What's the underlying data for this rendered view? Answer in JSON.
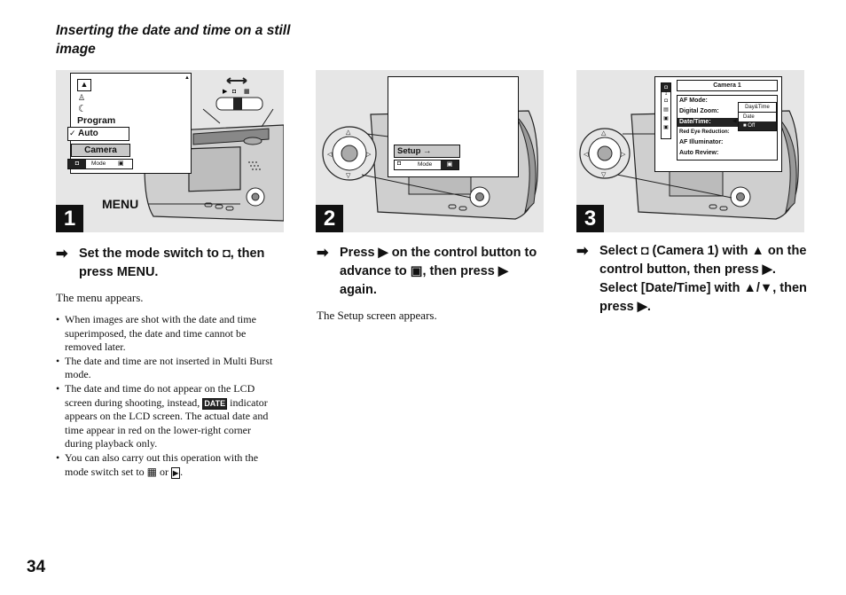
{
  "section_title": "Inserting the date and time on a still image",
  "page_number": "34",
  "steps": [
    {
      "number": "1",
      "menu_label": "MENU",
      "screen": {
        "items": [
          "Program",
          "Auto",
          "Camera"
        ],
        "bar_mode": "Mode"
      },
      "instruction_a": "Set the mode switch to ",
      "instruction_b": ", then press MENU.",
      "result": "The menu appears.",
      "notes": [
        "When images are shot with the date and time superimposed, the date and time cannot be removed later.",
        "The date and time are not inserted in Multi Burst mode.",
        "The date and time do not appear on the LCD screen during shooting, instead, ",
        "indicator appears on the LCD screen. The actual date and time appear in red on the lower-right corner during playback only.",
        "You can also carry out this operation with the mode switch set to ",
        " or ",
        "."
      ],
      "date_glyph": "DATE"
    },
    {
      "number": "2",
      "screen": {
        "setup": "Setup →",
        "bar_mode": "Mode"
      },
      "instruction_a": "Press ",
      "instruction_b": " on the control button to advance to ",
      "instruction_c": ", then press ",
      "instruction_d": " again.",
      "result": "The Setup screen appears."
    },
    {
      "number": "3",
      "screen": {
        "title": "Camera 1",
        "rows": [
          "AF Mode:",
          "Digital Zoom:",
          "Date/Time:",
          "Red Eye Reduction:",
          "AF Illuminator:",
          "Auto Review:"
        ],
        "options": [
          "Day&Time",
          "Date",
          "Off"
        ],
        "side_number": "1"
      },
      "instruction_a": "Select ",
      "instruction_b": " (Camera 1) with ",
      "instruction_c": " on the control button, then press ",
      "instruction_d": ".",
      "instruction_e": "Select [Date/Time] with ",
      "instruction_f": "/",
      "instruction_g": ", then press ",
      "instruction_h": "."
    }
  ]
}
